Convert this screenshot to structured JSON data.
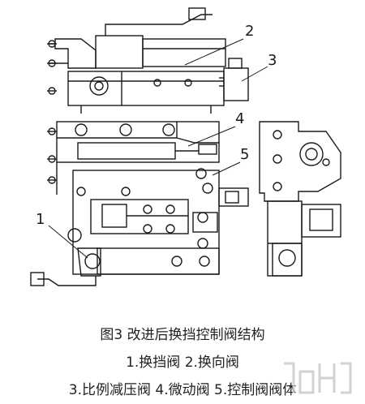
{
  "callouts": [
    "1",
    "2",
    "3",
    "4",
    "5"
  ],
  "caption": {
    "title": "图3 改进后换挡控制阀结构",
    "line2": "1.换挡阀  2.换向阀",
    "line3": "3.比例减压阀  4.微动阀  5.控制阀阀体"
  },
  "colors": {
    "line": "#1a1a1a",
    "watermark": "#c8c8c8"
  }
}
